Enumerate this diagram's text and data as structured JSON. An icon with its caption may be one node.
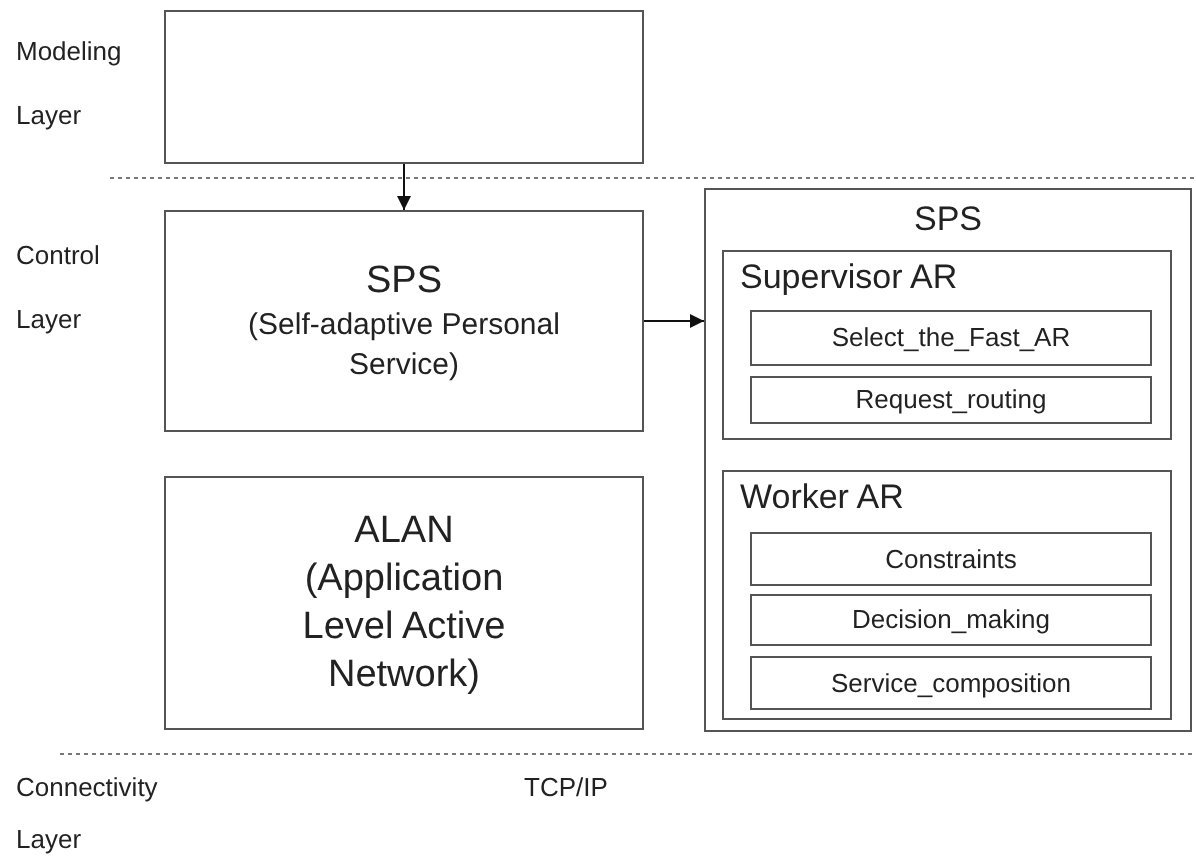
{
  "diagram": {
    "nodes": [
      {
        "text": [],
        "shape": "box"
      },
      {
        "text": [
          "SPS",
          "(Self-adaptive Personal Service)"
        ]
      },
      {
        "text": [
          "ALAN (Application Level Active Network)"
        ]
      },
      {
        "text": [
          "SPS"
        ]
      },
      {
        "text": [
          "Supervisor AR"
        ],
        "in": 3
      },
      {
        "text": [
          "Select_the_Fast_AR"
        ],
        "in": 4
      },
      {
        "text": [
          "Request_routing"
        ],
        "in": 4
      },
      {
        "text": [
          "Worker AR"
        ],
        "in": 3
      },
      {
        "text": [
          "Constraints"
        ],
        "in": 7
      },
      {
        "text": [
          "Decision_making"
        ],
        "in": 7
      },
      {
        "text": [
          "Service_composition"
        ],
        "in": 7
      }
    ],
    "edges": [
      {
        "from": 0,
        "to": 1,
        "arrow": "to"
      },
      {
        "from": 1,
        "to": 3,
        "arrow": "to"
      }
    ],
    "labels": [
      "Modeling Layer",
      "Control Layer",
      "Connectivity Layer",
      "TCP/IP"
    ]
  }
}
